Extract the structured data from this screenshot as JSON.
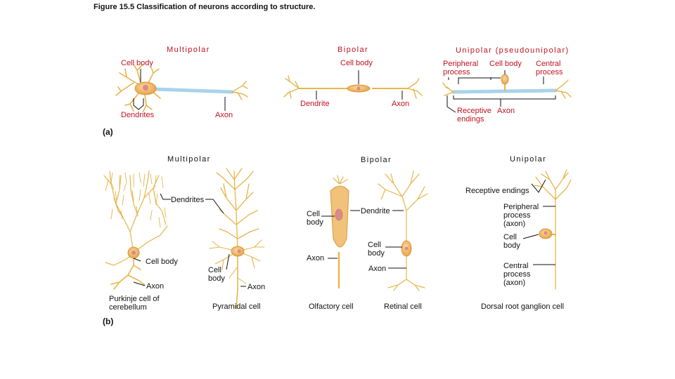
{
  "figure": {
    "title": "Figure 15.5  Classification of neurons according to structure."
  },
  "panel_a": {
    "letter": "(a)",
    "multipolar": {
      "heading": "Multipolar",
      "cell_body": "Cell body",
      "dendrites": "Dendrites",
      "axon": "Axon"
    },
    "bipolar": {
      "heading": "Bipolar",
      "cell_body": "Cell body",
      "dendrite": "Dendrite",
      "axon": "Axon"
    },
    "unipolar": {
      "heading": "Unipolar (pseudounipolar)",
      "peripheral_1": "Peripheral",
      "peripheral_2": "process",
      "cell_body": "Cell body",
      "central_1": "Central",
      "central_2": "process",
      "receptive_1": "Receptive",
      "receptive_axon": "Axon",
      "receptive_2": "endings"
    }
  },
  "panel_b": {
    "letter": "(b)",
    "headings": {
      "multipolar": "Multipolar",
      "bipolar": "Bipolar",
      "unipolar": "Unipolar"
    },
    "labels": {
      "dendrites": "Dendrites",
      "purkinje_cell_body": "Cell body",
      "purkinje_axon": "Axon",
      "pyramidal_cell_body_1": "Cell",
      "pyramidal_cell_body_2": "body",
      "pyramidal_axon": "Axon",
      "olf_cell_body_1": "Cell",
      "olf_cell_body_2": "body",
      "dendrite": "Dendrite",
      "olf_axon": "Axon",
      "ret_cell_body_1": "Cell",
      "ret_cell_body_2": "body",
      "ret_axon": "Axon",
      "receptive_endings": "Receptive endings",
      "peripheral_1": "Peripheral",
      "peripheral_2": "process",
      "peripheral_3": "(axon)",
      "drg_cell_body_1": "Cell",
      "drg_cell_body_2": "body",
      "central_1": "Central",
      "central_2": "process",
      "central_3": "(axon)"
    },
    "captions": {
      "purkinje_1": "Purkinje cell of",
      "purkinje_2": "cerebellum",
      "pyramidal": "Pyramidal cell",
      "olfactory": "Olfactory cell",
      "retinal": "Retinal cell",
      "drg": "Dorsal root ganglion cell"
    }
  },
  "colors": {
    "neuron": "#e6b54a",
    "soma": "#f1b45f",
    "nucleus": "#d98a8a",
    "myelin": "#a9d3ea",
    "red_label": "#c1121f"
  }
}
